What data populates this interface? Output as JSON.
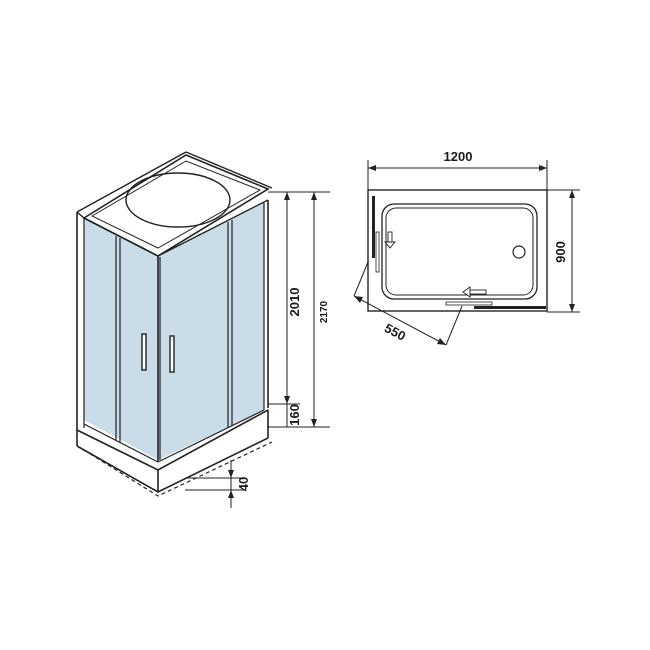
{
  "colors": {
    "line": "#222222",
    "glass": "#c9dce8",
    "background": "#ffffff"
  },
  "dimensions": {
    "width": "1200",
    "depth": "900",
    "door_opening": "550",
    "cabin_height": "2010",
    "total_height": "2170",
    "tray_height": "160",
    "tray_lip": "40"
  },
  "icons": {
    "door_arrow_left": "arrow-down-icon",
    "door_arrow_front": "arrow-left-icon"
  }
}
